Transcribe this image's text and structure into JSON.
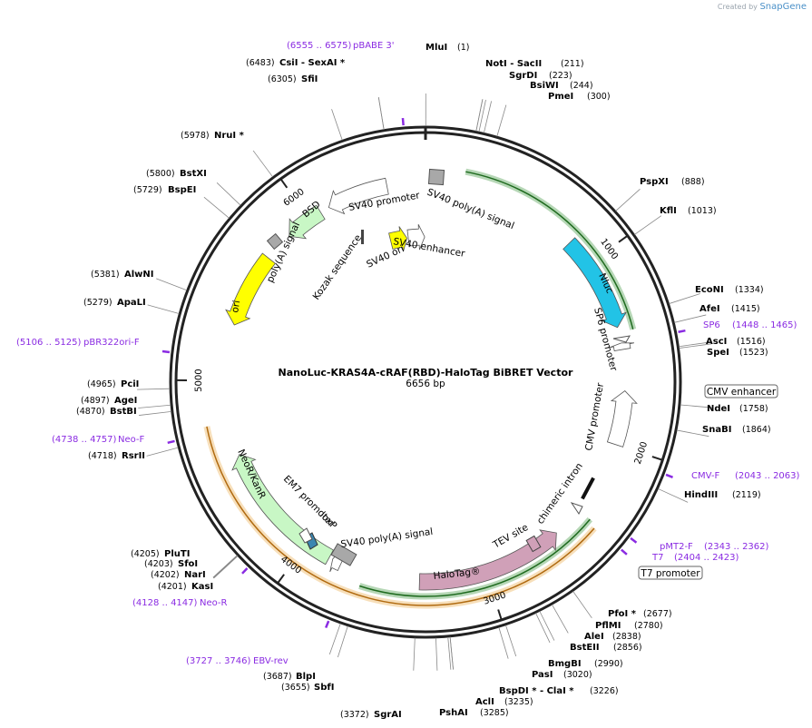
{
  "credit": {
    "created_by": "Created by",
    "brand": "SnapGene"
  },
  "plasmid": {
    "name": "NanoLuc-KRAS4A-cRAF(RBD)-HaloTag BiBRET Vector",
    "size_label": "6656 bp",
    "length": 6656
  },
  "colors": {
    "backbone": "#222222",
    "site_line": "#888888",
    "primer": "#8a2be2",
    "ori": "#ffff00",
    "resistance": "#c8f7c5",
    "nluc": "#22c3e6",
    "halotag": "#d0a0b8",
    "promoter": "#ffffff",
    "orf_green": "#2e8b2e",
    "orf_orange": "#e8a23a"
  },
  "ticks": [
    {
      "pos": 1000,
      "label": "1000"
    },
    {
      "pos": 2000,
      "label": "2000"
    },
    {
      "pos": 3000,
      "label": "3000"
    },
    {
      "pos": 4000,
      "label": "4000"
    },
    {
      "pos": 5000,
      "label": "5000"
    },
    {
      "pos": 6000,
      "label": "6000"
    }
  ],
  "sites": [
    {
      "name": "MluI",
      "pos": 1,
      "pos_label": "(1)"
    },
    {
      "name": "NotI",
      "pos": 211,
      "pos_label": ""
    },
    {
      "name": "SacII",
      "pos": 211,
      "pos_label": "(211)"
    },
    {
      "name": "SgrDI",
      "pos": 223,
      "pos_label": "(223)"
    },
    {
      "name": "BsiWI",
      "pos": 244,
      "pos_label": "(244)"
    },
    {
      "name": "PmeI",
      "pos": 300,
      "pos_label": "(300)"
    },
    {
      "name": "PspXI",
      "pos": 888,
      "pos_label": "(888)"
    },
    {
      "name": "KflI",
      "pos": 1013,
      "pos_label": "(1013)"
    },
    {
      "name": "EcoNI",
      "pos": 1334,
      "pos_label": "(1334)"
    },
    {
      "name": "AfeI",
      "pos": 1415,
      "pos_label": "(1415)"
    },
    {
      "name": "AscI",
      "pos": 1516,
      "pos_label": "(1516)"
    },
    {
      "name": "SpeI",
      "pos": 1523,
      "pos_label": "(1523)"
    },
    {
      "name": "NdeI",
      "pos": 1758,
      "pos_label": "(1758)"
    },
    {
      "name": "SnaBI",
      "pos": 1864,
      "pos_label": "(1864)"
    },
    {
      "name": "HindIII",
      "pos": 2119,
      "pos_label": "(2119)"
    },
    {
      "name": "PfoI *",
      "pos": 2677,
      "pos_label": "(2677)"
    },
    {
      "name": "PflMI",
      "pos": 2780,
      "pos_label": "(2780)"
    },
    {
      "name": "AleI",
      "pos": 2838,
      "pos_label": "(2838)"
    },
    {
      "name": "BstEII",
      "pos": 2856,
      "pos_label": "(2856)"
    },
    {
      "name": "BmgBI",
      "pos": 2990,
      "pos_label": "(2990)"
    },
    {
      "name": "PasI",
      "pos": 3020,
      "pos_label": "(3020)"
    },
    {
      "name": "BspDI *",
      "pos": 3226,
      "pos_label": ""
    },
    {
      "name": "ClaI *",
      "pos": 3226,
      "pos_label": "(3226)"
    },
    {
      "name": "AclI",
      "pos": 3235,
      "pos_label": "(3235)"
    },
    {
      "name": "PshAI",
      "pos": 3285,
      "pos_label": "(3285)"
    },
    {
      "name": "SgrAI",
      "pos": 3372,
      "pos_label": "(3372)"
    },
    {
      "name": "SbfI",
      "pos": 3655,
      "pos_label": "(3655)"
    },
    {
      "name": "BlpI",
      "pos": 3687,
      "pos_label": "(3687)"
    },
    {
      "name": "KasI",
      "pos": 4201,
      "pos_label": "(4201)"
    },
    {
      "name": "NarI",
      "pos": 4202,
      "pos_label": "(4202)"
    },
    {
      "name": "SfoI",
      "pos": 4203,
      "pos_label": "(4203)"
    },
    {
      "name": "PluTI",
      "pos": 4205,
      "pos_label": "(4205)"
    },
    {
      "name": "RsrII",
      "pos": 4718,
      "pos_label": "(4718)"
    },
    {
      "name": "BstBI",
      "pos": 4870,
      "pos_label": "(4870)"
    },
    {
      "name": "AgeI",
      "pos": 4897,
      "pos_label": "(4897)"
    },
    {
      "name": "PciI",
      "pos": 4965,
      "pos_label": "(4965)"
    },
    {
      "name": "ApaLI",
      "pos": 5279,
      "pos_label": "(5279)"
    },
    {
      "name": "AlwNI",
      "pos": 5381,
      "pos_label": "(5381)"
    },
    {
      "name": "BspEI",
      "pos": 5729,
      "pos_label": "(5729)"
    },
    {
      "name": "BstXI",
      "pos": 5800,
      "pos_label": "(5800)"
    },
    {
      "name": "NruI *",
      "pos": 5978,
      "pos_label": "(5978)"
    },
    {
      "name": "SfiI",
      "pos": 6305,
      "pos_label": "(6305)"
    },
    {
      "name": "CsiI",
      "pos": 6483,
      "pos_label": ""
    },
    {
      "name": "SexAI *",
      "pos": 6483,
      "pos_label": "(6483)"
    }
  ],
  "site_labels": [
    {
      "id": "MluI",
      "text": "MluI",
      "pos_text": "(1)"
    },
    {
      "id": "NotI-SacII",
      "text": "NotI  - SacII",
      "pos_text": "(211)"
    },
    {
      "id": "SgrDI",
      "text": "SgrDI",
      "pos_text": "(223)"
    },
    {
      "id": "BsiWI",
      "text": "BsiWI",
      "pos_text": "(244)"
    },
    {
      "id": "PmeI",
      "text": "PmeI",
      "pos_text": "(300)"
    },
    {
      "id": "PspXI",
      "text": "PspXI",
      "pos_text": "(888)"
    },
    {
      "id": "KflI",
      "text": "KflI",
      "pos_text": "(1013)"
    },
    {
      "id": "EcoNI",
      "text": "EcoNI",
      "pos_text": "(1334)"
    },
    {
      "id": "AfeI",
      "text": "AfeI",
      "pos_text": "(1415)"
    },
    {
      "id": "AscI",
      "text": "AscI",
      "pos_text": "(1516)"
    },
    {
      "id": "SpeI",
      "text": "SpeI",
      "pos_text": "(1523)"
    },
    {
      "id": "NdeI",
      "text": "NdeI",
      "pos_text": "(1758)"
    },
    {
      "id": "SnaBI",
      "text": "SnaBI",
      "pos_text": "(1864)"
    },
    {
      "id": "HindIII",
      "text": "HindIII",
      "pos_text": "(2119)"
    },
    {
      "id": "PfoI",
      "text": "PfoI *",
      "pos_text": "(2677)"
    },
    {
      "id": "PflMI",
      "text": "PflMI",
      "pos_text": "(2780)"
    },
    {
      "id": "AleI",
      "text": "AleI",
      "pos_text": "(2838)"
    },
    {
      "id": "BstEII",
      "text": "BstEII",
      "pos_text": "(2856)"
    },
    {
      "id": "BmgBI",
      "text": "BmgBI",
      "pos_text": "(2990)"
    },
    {
      "id": "PasI",
      "text": "PasI",
      "pos_text": "(3020)"
    },
    {
      "id": "BspDI-ClaI",
      "text": "BspDI *  - ClaI *",
      "pos_text": "(3226)"
    },
    {
      "id": "AclI",
      "text": "AclI",
      "pos_text": "(3235)"
    },
    {
      "id": "PshAI",
      "text": "PshAI",
      "pos_text": "(3285)"
    },
    {
      "id": "SgrAI",
      "text": "SgrAI",
      "pos_text": "(3372)"
    },
    {
      "id": "SbfI",
      "text": "SbfI",
      "pos_text": "(3655)"
    },
    {
      "id": "BlpI",
      "text": "BlpI",
      "pos_text": "(3687)"
    },
    {
      "id": "KasI",
      "text": "KasI",
      "pos_text": "(4201)"
    },
    {
      "id": "NarI",
      "text": "NarI",
      "pos_text": "(4202)"
    },
    {
      "id": "SfoI",
      "text": "SfoI",
      "pos_text": "(4203)"
    },
    {
      "id": "PluTI",
      "text": "PluTI",
      "pos_text": "(4205)"
    },
    {
      "id": "RsrII",
      "text": "RsrII",
      "pos_text": "(4718)"
    },
    {
      "id": "BstBI",
      "text": "BstBI",
      "pos_text": "(4870)"
    },
    {
      "id": "AgeI",
      "text": "AgeI",
      "pos_text": "(4897)"
    },
    {
      "id": "PciI",
      "text": "PciI",
      "pos_text": "(4965)"
    },
    {
      "id": "ApaLI",
      "text": "ApaLI",
      "pos_text": "(5279)"
    },
    {
      "id": "AlwNI",
      "text": "AlwNI",
      "pos_text": "(5381)"
    },
    {
      "id": "BspEI",
      "text": "BspEI",
      "pos_text": "(5729)"
    },
    {
      "id": "BstXI",
      "text": "BstXI",
      "pos_text": "(5800)"
    },
    {
      "id": "NruI",
      "text": "NruI *",
      "pos_text": "(5978)"
    },
    {
      "id": "SfiI",
      "text": "SfiI",
      "pos_text": "(6305)"
    },
    {
      "id": "CsiI-SexAI",
      "text": "CsiI  - SexAI *",
      "pos_text": "(6483)"
    }
  ],
  "primers": [
    {
      "name": "pBABE 3'",
      "range": "(6555 .. 6575)",
      "start": 6555,
      "end": 6575
    },
    {
      "name": "SP6",
      "range": "(1448 .. 1465)",
      "start": 1448,
      "end": 1465
    },
    {
      "name": "CMV-F",
      "range": "(2043 .. 2063)",
      "start": 2043,
      "end": 2063
    },
    {
      "name": "pMT2-F",
      "range": "(2343 .. 2362)",
      "start": 2343,
      "end": 2362
    },
    {
      "name": "T7",
      "range": "(2404 .. 2423)",
      "start": 2404,
      "end": 2423
    },
    {
      "name": "Neo-R",
      "range": "(4128 .. 4147)",
      "start": 4128,
      "end": 4147
    },
    {
      "name": "EBV-rev",
      "range": "(3727 .. 3746)",
      "start": 3727,
      "end": 3746
    },
    {
      "name": "Neo-F",
      "range": "(4738 .. 4757)",
      "start": 4738,
      "end": 4757
    },
    {
      "name": "pBR322ori-F",
      "range": "(5106 .. 5125)",
      "start": 5106,
      "end": 5125
    }
  ],
  "boxed_features": [
    {
      "name": "CMV enhancer"
    },
    {
      "name": "T7 promoter"
    }
  ],
  "features": [
    {
      "name": "Nluc",
      "start": 850,
      "end": 1370,
      "dir": 1,
      "type": "nluc"
    },
    {
      "name": "HaloTag®",
      "start": 2570,
      "end": 3360,
      "dir": -1,
      "type": "halotag"
    },
    {
      "name": "ori",
      "start": 5300,
      "end": 5700,
      "dir": -1,
      "type": "ori"
    },
    {
      "name": "NeoR/KanR",
      "start": 3860,
      "end": 4600,
      "dir": 1,
      "type": "resistance"
    },
    {
      "name": "BSD",
      "start": 5860,
      "end": 6070,
      "dir": -1,
      "type": "resistance"
    },
    {
      "name": "SV40 promoter",
      "start": 6120,
      "end": 6450,
      "dir": -1,
      "type": "promoter"
    },
    {
      "name": "CMV promoter",
      "start": 1710,
      "end": 2000,
      "dir": -1,
      "type": "promoter"
    },
    {
      "name": "SP6 promoter",
      "start": 1455,
      "end": 1490,
      "dir": -1,
      "type": "promoter"
    },
    {
      "name": "EM7 promoter",
      "start": 3790,
      "end": 3840,
      "dir": 1,
      "type": "promoter"
    },
    {
      "name": "SV40 ori",
      "start": 6400,
      "end": 6520,
      "dir": 1,
      "type": "ori"
    },
    {
      "name": "SV40 enhancer",
      "start": 6530,
      "end": 6650,
      "dir": 1,
      "type": "promoter"
    }
  ],
  "orfs": [
    {
      "name": "orf-green-top",
      "start": 200,
      "end": 1400,
      "dir": 1,
      "color": "green"
    },
    {
      "name": "orf-green-bottom",
      "start": 2400,
      "end": 3660,
      "dir": -1,
      "color": "green"
    },
    {
      "name": "orf-orange",
      "start": 2420,
      "end": 4780,
      "dir": -1,
      "color": "orange"
    }
  ],
  "small_labels": [
    {
      "name": "SV40 poly(A) signal"
    },
    {
      "name": "poly(A) signal"
    },
    {
      "name": "Kozak sequence"
    },
    {
      "name": "chimeric intron"
    },
    {
      "name": "TEV site"
    },
    {
      "name": "loxP"
    },
    {
      "name": "SV40 poly(A) signal"
    }
  ]
}
